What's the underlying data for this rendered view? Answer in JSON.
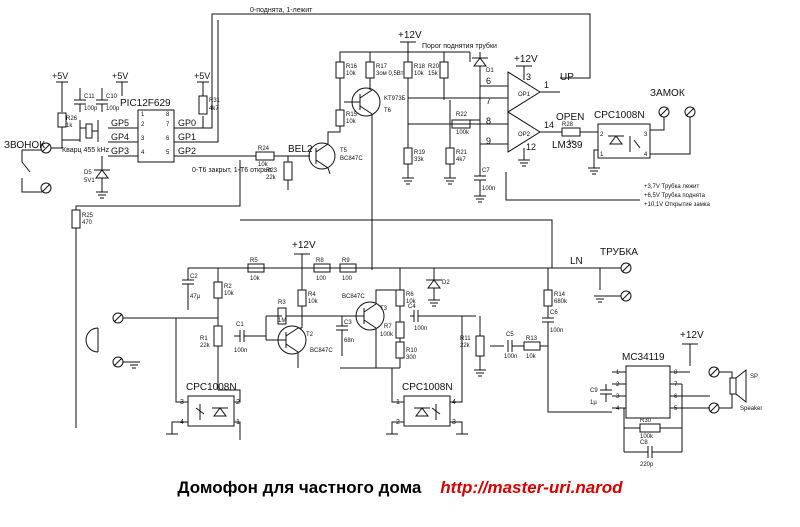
{
  "title": "Домофон для частного дома",
  "url": "http://master-uri.narod",
  "nets": {
    "plus5v": "+5V",
    "plus12v": "+12V",
    "up": "UP",
    "open": "OPEN",
    "ln": "LN"
  },
  "connectors": {
    "zvonok": "ЗВОНОК",
    "zamok": "ЗАМОК",
    "trubka": "ТРУБКА",
    "speaker": "Speaker"
  },
  "ic": {
    "mcu": "PIC12F629",
    "comparator": "LM339",
    "relay1": "CPC1008N",
    "relay2": "CPC1008N",
    "relay3": "CPC1008N",
    "audio": "MC34119"
  },
  "mcu_pins": [
    "GP5",
    "GP4",
    "GP3",
    "GP0",
    "GP1",
    "GP2"
  ],
  "mcu_pin_numbers": [
    "2",
    "3",
    "4",
    "7",
    "6",
    "5",
    "1",
    "8"
  ],
  "comp_pins": [
    "6",
    "7",
    "1",
    "8",
    "9",
    "14",
    "3",
    "12"
  ],
  "comp_units": [
    "OP1",
    "OP2"
  ],
  "notes": {
    "gp0": "0-поднята, 1-лежит",
    "gp2": "0-Т6 закрыт, 1-Т6 открыт",
    "threshold": "Порог поднятия трубки",
    "levels": [
      "+3,7V Трубка лежит",
      "+6,5V Трубка поднята",
      "+10,1V Открытие замка"
    ],
    "crystal": "Кварц 455 kHz"
  },
  "labels": {
    "bel2": "BEL2"
  },
  "components": {
    "R26": "R26",
    "R26v": "1k",
    "C11": "C11",
    "C11v": "100p",
    "C10": "C10",
    "C10v": "100p",
    "R31": "R31",
    "R31v": "4k7",
    "D5": "D5",
    "D5v": "5V1",
    "R25": "R25",
    "R25v": "470",
    "R24": "R24",
    "R24v": "10k",
    "R23": "R23",
    "R23v": "22k",
    "R16": "R16",
    "R16v": "10k",
    "R15": "R15",
    "R15v": "10k",
    "T5": "T5",
    "T5v": "BC847C",
    "R17": "R17",
    "R17v": "3ом 0,5Вт",
    "T6": "T6",
    "T6v": "KT973Б",
    "R18": "R18",
    "R18v": "10k",
    "R19": "R19",
    "R19v": "33k",
    "R20": "R20",
    "R20v": "15k",
    "R21": "R21",
    "R21v": "4k7",
    "R22": "R22",
    "R22v": "100k",
    "D1": "D1",
    "C7": "C7",
    "C7v": "100n",
    "R28": "R28",
    "R28v": "1k",
    "C2": "C2",
    "C2v": "47µ",
    "R2": "R2",
    "R2v": "10k",
    "R5": "R5",
    "R5v": "10k",
    "R8": "R8",
    "R8v": "100",
    "R9": "R9",
    "R9v": "100",
    "R3": "R3",
    "R3v": "1M",
    "R4": "R4",
    "R4v": "10k",
    "T2": "T2",
    "T2v": "BC847C",
    "R1": "R1",
    "R1v": "22k",
    "C1": "C1",
    "C1v": "100n",
    "C3": "C3",
    "C3v": "68n",
    "T3": "T3",
    "T3v": "BC847C",
    "R6": "R6",
    "R6v": "10k",
    "C4": "C4",
    "C4v": "100n",
    "R7": "R7",
    "R7v": "100k",
    "R10": "R10",
    "R10v": "300",
    "D2": "D2",
    "R11": "R11",
    "R11v": "22k",
    "C5": "C5",
    "C5v": "100n",
    "R13": "R13",
    "R13v": "10k",
    "R14": "R14",
    "R14v": "680k",
    "C6": "C6",
    "C6v": "100n",
    "C9": "C9",
    "C9v": "1µ",
    "R30": "R30",
    "R30v": "100k",
    "C8": "C8",
    "C8v": "220p",
    "SP": "SP"
  },
  "relay_pins": [
    "1",
    "2",
    "3",
    "4"
  ],
  "audio_pins": [
    "1",
    "2",
    "3",
    "4",
    "5",
    "6",
    "7",
    "8"
  ]
}
